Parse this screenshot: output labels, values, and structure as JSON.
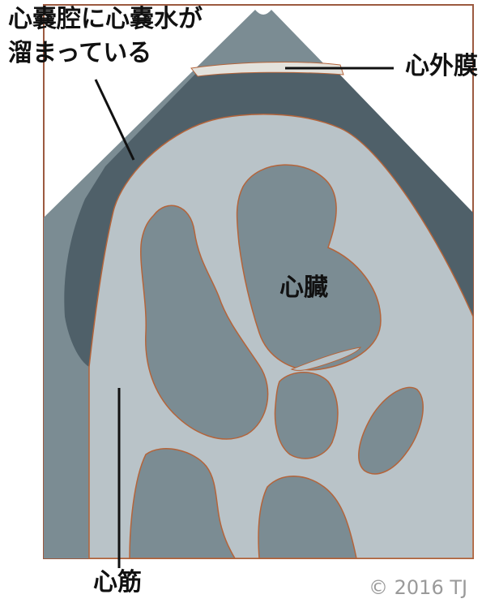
{
  "labels": {
    "effusion_line1": "心嚢腔に心嚢水が",
    "effusion_line2": "溜まっている",
    "pericardium": "心外膜",
    "heart": "心臓",
    "myocardium": "心筋"
  },
  "copyright": "© 2016 TJ",
  "colors": {
    "frame": "#9c5a40",
    "outer_tissue": "#7b8c93",
    "pericardial_fluid": "#4f6069",
    "myocardium_fill": "#b9c3c8",
    "chamber_fill": "#7b8c93",
    "pericardium_band": "#e4e2dc",
    "outline": "#b4643a",
    "leader_line": "#111111"
  }
}
